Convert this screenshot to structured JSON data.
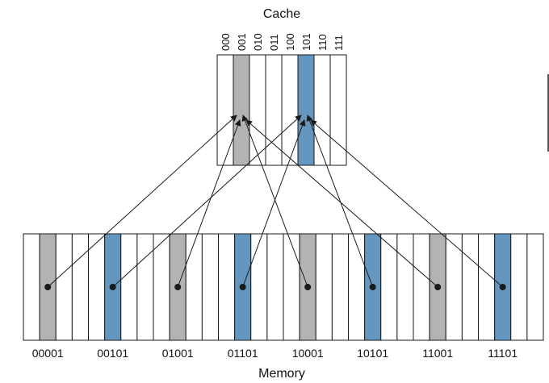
{
  "title": "Cache",
  "footer": "Memory",
  "colors": {
    "gray": "#b3b3b3",
    "blue": "#6497bf",
    "stroke": "#1a1a1a"
  },
  "cache_slots": [
    "000",
    "001",
    "010",
    "011",
    "100",
    "101",
    "110",
    "111"
  ],
  "cache_highlight": {
    "001": "gray",
    "101": "blue"
  },
  "memory_addresses": [
    "00001",
    "00101",
    "01001",
    "01101",
    "10001",
    "10101",
    "11001",
    "11101"
  ],
  "mappings": [
    {
      "from": "00001",
      "to": "001",
      "color": "gray"
    },
    {
      "from": "00101",
      "to": "101",
      "color": "blue"
    },
    {
      "from": "01001",
      "to": "001",
      "color": "gray"
    },
    {
      "from": "01101",
      "to": "101",
      "color": "blue"
    },
    {
      "from": "10001",
      "to": "001",
      "color": "gray"
    },
    {
      "from": "10101",
      "to": "101",
      "color": "blue"
    },
    {
      "from": "11001",
      "to": "001",
      "color": "gray"
    },
    {
      "from": "11101",
      "to": "101",
      "color": "blue"
    }
  ]
}
